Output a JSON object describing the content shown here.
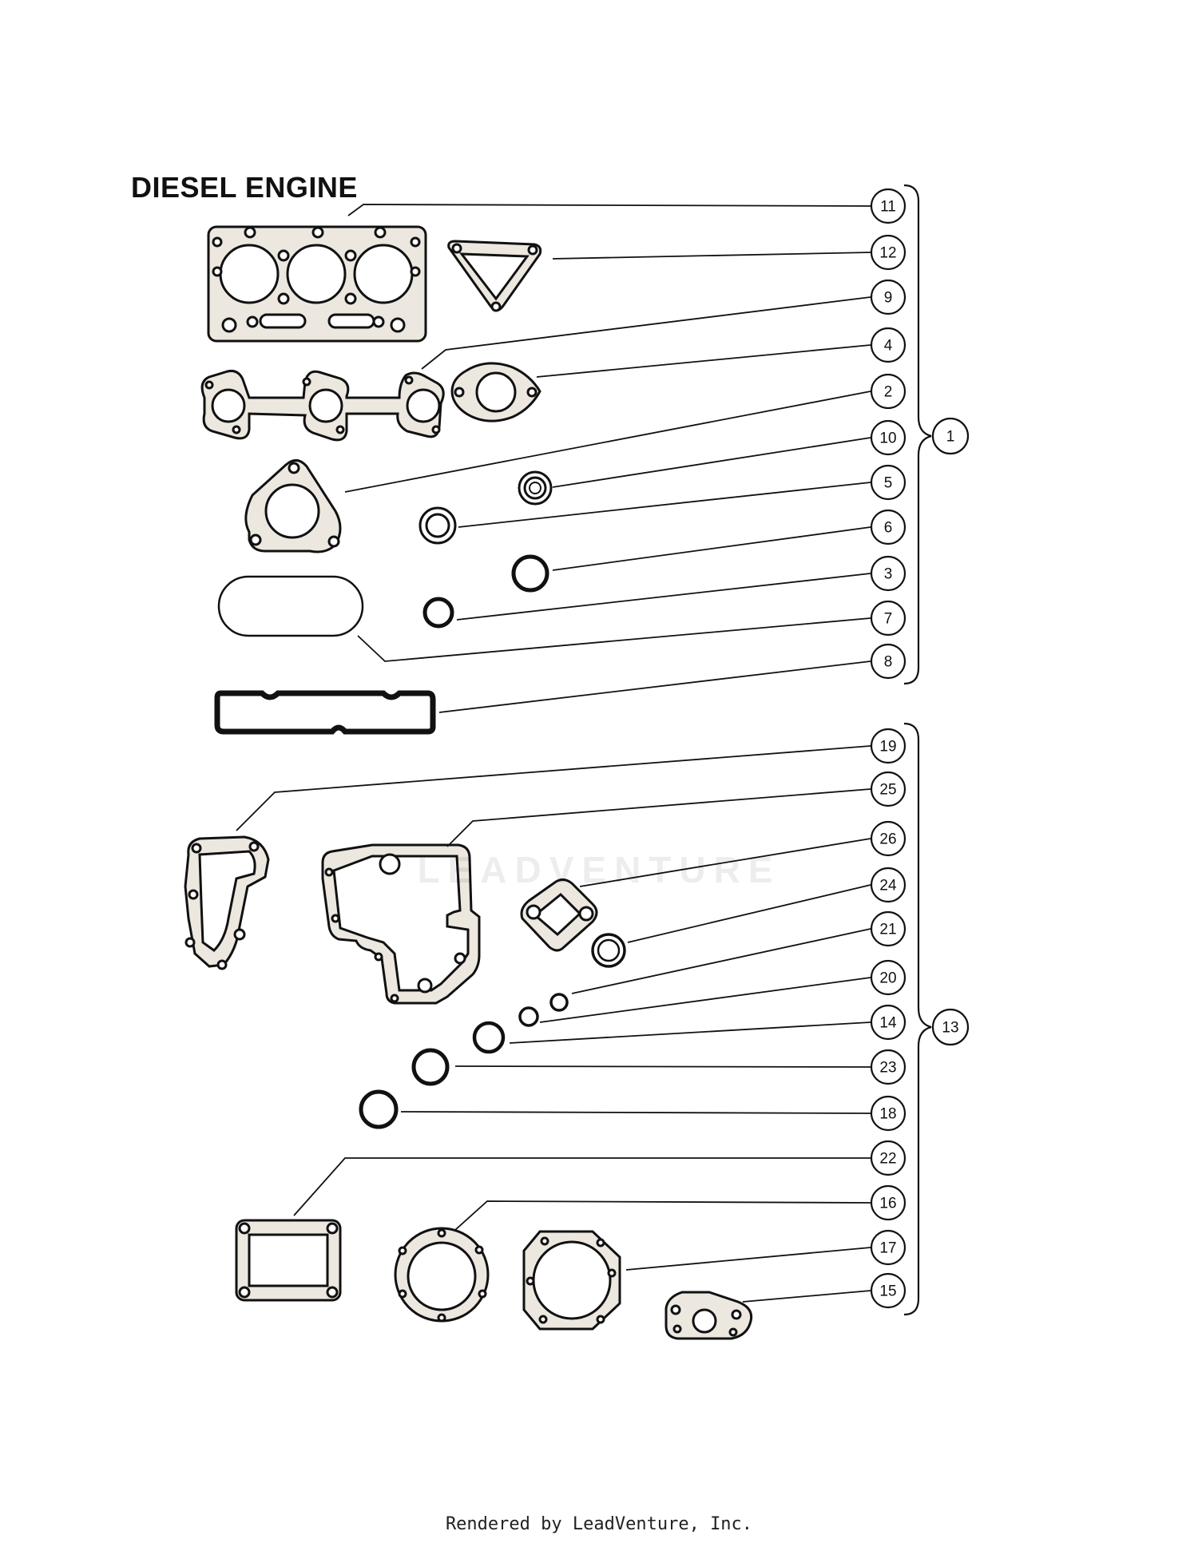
{
  "title": "DIESEL ENGINE",
  "footer": "Rendered by LeadVenture, Inc.",
  "watermark": "LEADVENTURE",
  "groups": [
    {
      "number": "1",
      "members": [
        "11",
        "12",
        "9",
        "4",
        "2",
        "10",
        "5",
        "6",
        "3",
        "7",
        "8"
      ]
    },
    {
      "number": "13",
      "members": [
        "19",
        "25",
        "26",
        "24",
        "21",
        "20",
        "14",
        "23",
        "18",
        "22",
        "16",
        "17",
        "15"
      ]
    }
  ],
  "callouts": [
    "11",
    "12",
    "9",
    "4",
    "2",
    "10",
    "5",
    "6",
    "3",
    "7",
    "8",
    "19",
    "25",
    "26",
    "24",
    "21",
    "20",
    "14",
    "23",
    "18",
    "22",
    "16",
    "17",
    "15"
  ],
  "icons": {
    "gasket": "gasket-icon",
    "o_ring": "o-ring-icon",
    "seal": "oil-seal-icon"
  }
}
